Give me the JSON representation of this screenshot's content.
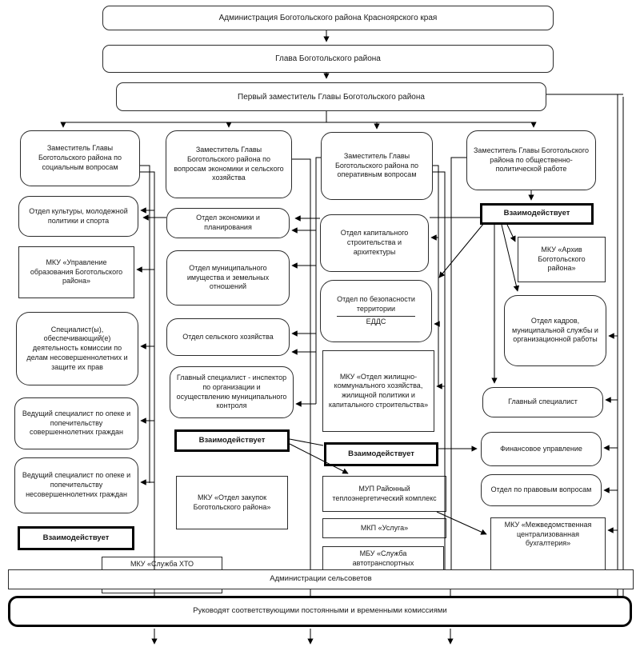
{
  "colors": {
    "line": "#000000",
    "box_border": "#2b2b2b",
    "background": "#ffffff"
  },
  "nodes": {
    "admin": {
      "label": "Администрация Боготольского района Красноярского края"
    },
    "head": {
      "label": "Глава Боготольского района"
    },
    "first_deputy": {
      "label": "Первый заместитель Главы Боготольского района"
    },
    "deputy_social": {
      "label": "Заместитель Главы Боготольского района по социальным вопросам"
    },
    "deputy_economy": {
      "label": "Заместитель Главы Боготольского района по вопросам экономики и сельского хозяйства"
    },
    "deputy_operative": {
      "label": "Заместитель Главы Боготольского района по оперативным вопросам"
    },
    "deputy_political": {
      "label": "Заместитель Главы Боготольского района по общественно-политической работе"
    },
    "culture": {
      "label": "Отдел культуры, молодежной политики и спорта"
    },
    "education": {
      "label": "МКУ «Управление образования Боготольского района»"
    },
    "minors_commission": {
      "label": "Специалист(ы), обеспечивающий(е) деятельность комиссии по делам несовершеннолетних и защите их прав"
    },
    "guardian_adult": {
      "label": "Ведущий специалист по опеке и попечительству совершеннолетних граждан"
    },
    "guardian_minor": {
      "label": "Ведущий специалист по опеке и попечительству несовершеннолетних граждан"
    },
    "interact_1": {
      "label": "Взаимодействует"
    },
    "hto": {
      "label": "МКУ «Служба ХТО"
    },
    "economy_planning": {
      "label": "Отдел экономики и планирования"
    },
    "property": {
      "label": "Отдел муниципального имущества и земельных отношений"
    },
    "agriculture": {
      "label": "Отдел сельского хозяйства"
    },
    "inspector": {
      "label": "Главный специалист - инспектор по организации и осуществлению муниципального контроля"
    },
    "interact_2": {
      "label": "Взаимодействует"
    },
    "procurement": {
      "label": "МКУ «Отдел закупок Боготольского района»"
    },
    "construction": {
      "label": "Отдел капитального строительства и архитектуры"
    },
    "security": {
      "label_top": "Отдел по безопасности территории",
      "label_bottom": "ЕДДС"
    },
    "housing": {
      "label": "МКУ «Отдел жилищно-коммунального хозяйства, жилищной политики и капитального строительства»"
    },
    "interact_3": {
      "label": "Взаимодействует"
    },
    "heating": {
      "label": "МУП Районный теплоэнергетический комплекс"
    },
    "usluga": {
      "label": "МКП «Услуга»"
    },
    "transport": {
      "label": "МБУ «Служба автотранспортных"
    },
    "interact_4": {
      "label": "Взаимодействует"
    },
    "archive": {
      "label": "МКУ «Архив Боготольского района»"
    },
    "hr": {
      "label": "Отдел кадров, муниципальной службы и организационной работы"
    },
    "chief_specialist": {
      "label": "Главный специалист"
    },
    "finance": {
      "label": "Финансовое управление"
    },
    "legal": {
      "label": "Отдел по правовым вопросам"
    },
    "accounting": {
      "label": "МКУ «Межведомственная централизованная бухгалтерия»"
    }
  },
  "bars": {
    "selsovets": {
      "label": "Администрации сельсоветов"
    },
    "commissions": {
      "label": "Руководят соответствующими постоянными и временными комиссиями"
    }
  }
}
